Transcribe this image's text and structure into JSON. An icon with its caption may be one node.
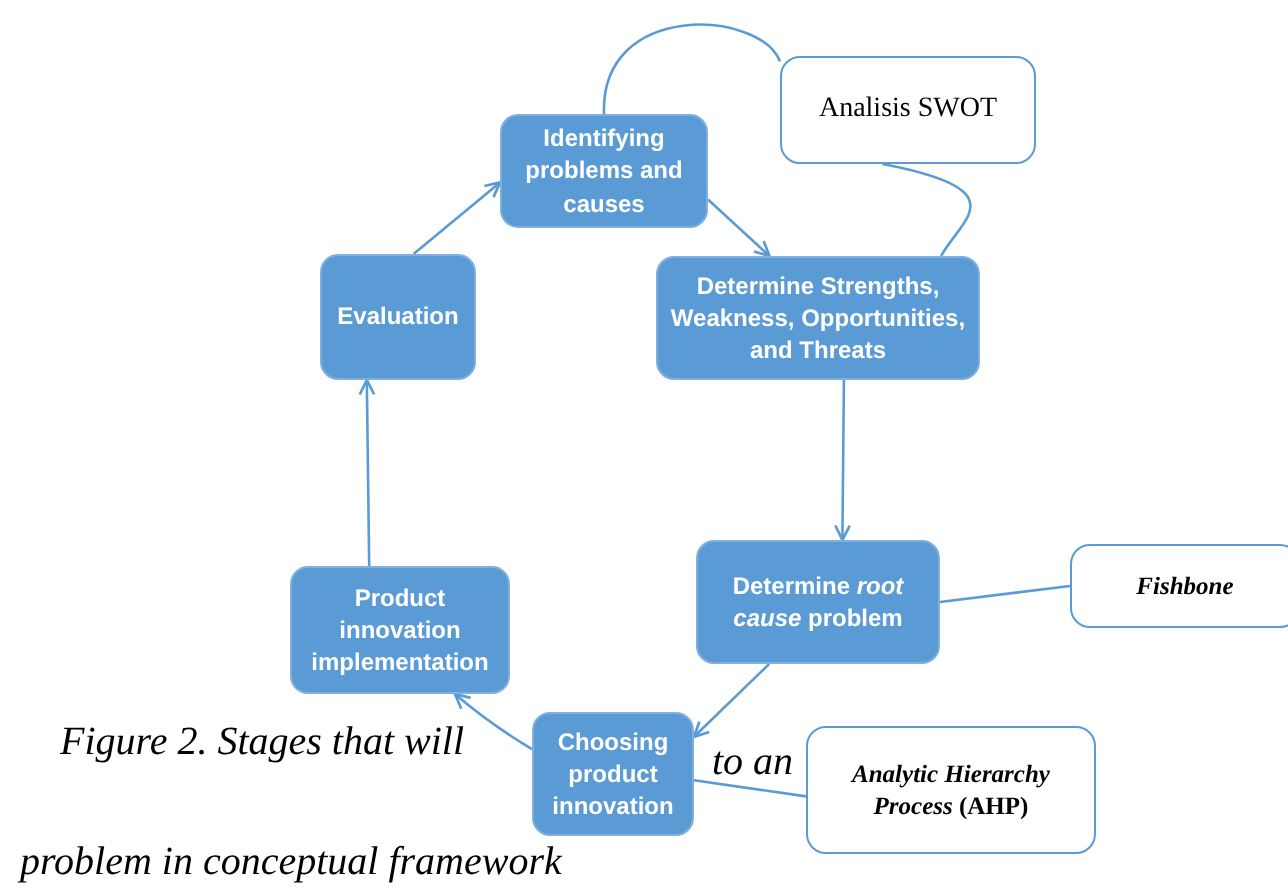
{
  "diagram": {
    "nodes": [
      {
        "text": [
          "Identifying problems and causes"
        ]
      },
      {
        "text": [
          "Analisis SWOT"
        ]
      },
      {
        "text": [
          "Determine Strengths, Weakness, Opportunities, and Threats"
        ]
      },
      {
        "text": [
          "Evaluation"
        ]
      },
      {
        "text": [
          "Determine *root cause* problem"
        ]
      },
      {
        "text": [
          "Fishbone"
        ]
      },
      {
        "text": [
          "Product innovation implementation"
        ]
      },
      {
        "text": [
          "Choosing product innovation"
        ]
      },
      {
        "text": [
          "*Analytic Hierarchy Process* (AHP)"
        ]
      }
    ],
    "edges": [
      {
        "from": 0,
        "to": 2,
        "arrow": "to"
      },
      {
        "from": 2,
        "to": 4,
        "arrow": "to"
      },
      {
        "from": 4,
        "to": 7,
        "arrow": "to"
      },
      {
        "from": 7,
        "to": 6,
        "arrow": "to"
      },
      {
        "from": 6,
        "to": 3,
        "arrow": "to"
      },
      {
        "from": 3,
        "to": 0,
        "arrow": "to"
      },
      {
        "from": 0,
        "to": 1,
        "arrow": "none"
      },
      {
        "from": 1,
        "to": 2,
        "arrow": "none"
      },
      {
        "from": 4,
        "to": 5,
        "arrow": "none"
      },
      {
        "from": 8,
        "to": 7,
        "arrow": "none"
      }
    ],
    "labels": [
      "Figure 2. Stages that will",
      "to an",
      "problem in conceptual framework"
    ]
  }
}
